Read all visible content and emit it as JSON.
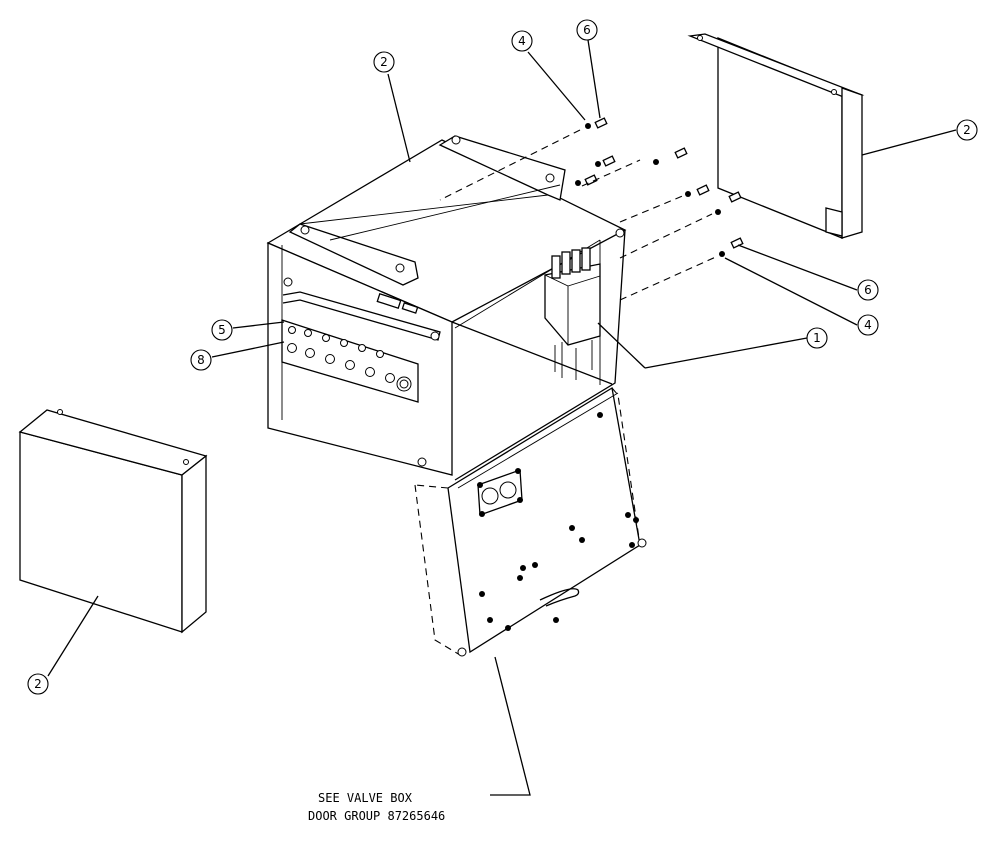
{
  "callouts": [
    {
      "id": "c2-top",
      "label": "2"
    },
    {
      "id": "c4-top",
      "label": "4"
    },
    {
      "id": "c6-top",
      "label": "6"
    },
    {
      "id": "c2-right",
      "label": "2"
    },
    {
      "id": "c6-right",
      "label": "6"
    },
    {
      "id": "c4-right",
      "label": "4"
    },
    {
      "id": "c1",
      "label": "1"
    },
    {
      "id": "c5",
      "label": "5"
    },
    {
      "id": "c8",
      "label": "8"
    },
    {
      "id": "c2-bottom",
      "label": "2"
    }
  ],
  "note": {
    "line1": "SEE VALVE BOX",
    "line2": "DOOR GROUP 87265646"
  }
}
